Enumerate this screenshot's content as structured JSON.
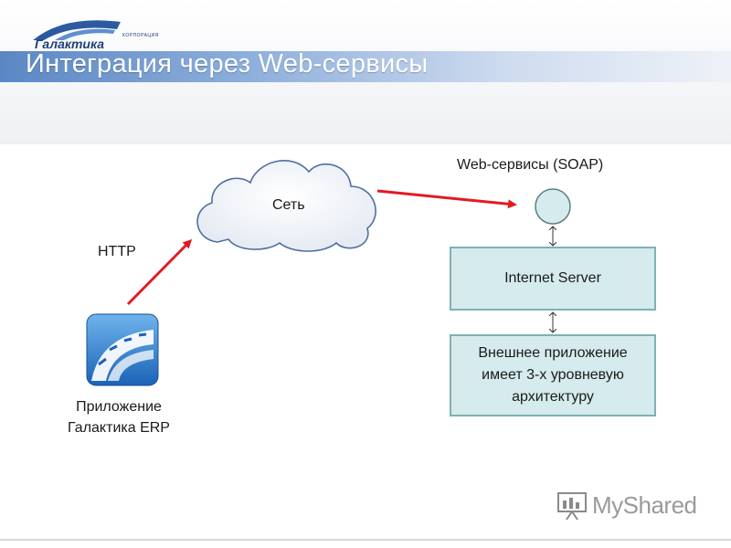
{
  "header": {
    "logo_small": "КОРПОРАЦИЯ",
    "logo_name": "Галактика",
    "title": "Интеграция через Web-сервисы"
  },
  "diagram": {
    "cloud_label": "Сеть",
    "http_label": "HTTP",
    "soap_label": "Web-сервисы (SOAP)",
    "server_box": "Internet Server",
    "external_app_lines": [
      "Внешнее приложение",
      "имеет 3-х уровневую",
      "архитектуру"
    ],
    "erp_caption_lines": [
      "Приложение",
      "Галактика ERP"
    ]
  },
  "watermark": {
    "text": "MyShared"
  },
  "colors": {
    "arrow": "#e11b22",
    "box_fill": "#d5ebed",
    "box_border": "#7fb0b4",
    "title_bar": "#5a87c4",
    "brand": "#1f3f7a"
  }
}
